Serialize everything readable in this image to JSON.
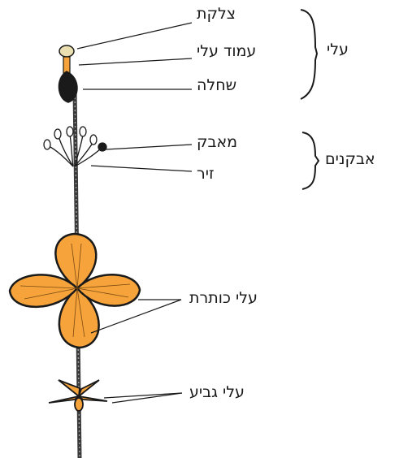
{
  "diagram": {
    "parts": {
      "stigma": "צלקת",
      "style": "עמוד עלי",
      "ovary": "שחלה",
      "anther": "מאבק",
      "filament": "זיר",
      "petals": "עלי כותרת",
      "sepals": "עלי גביע"
    },
    "groups": {
      "pistil": "עלי",
      "stamens": "אבקנים"
    },
    "colors": {
      "petal_fill": "#f5a33a",
      "outline": "#1a1a1a",
      "stem": "#3a3a3a"
    }
  }
}
